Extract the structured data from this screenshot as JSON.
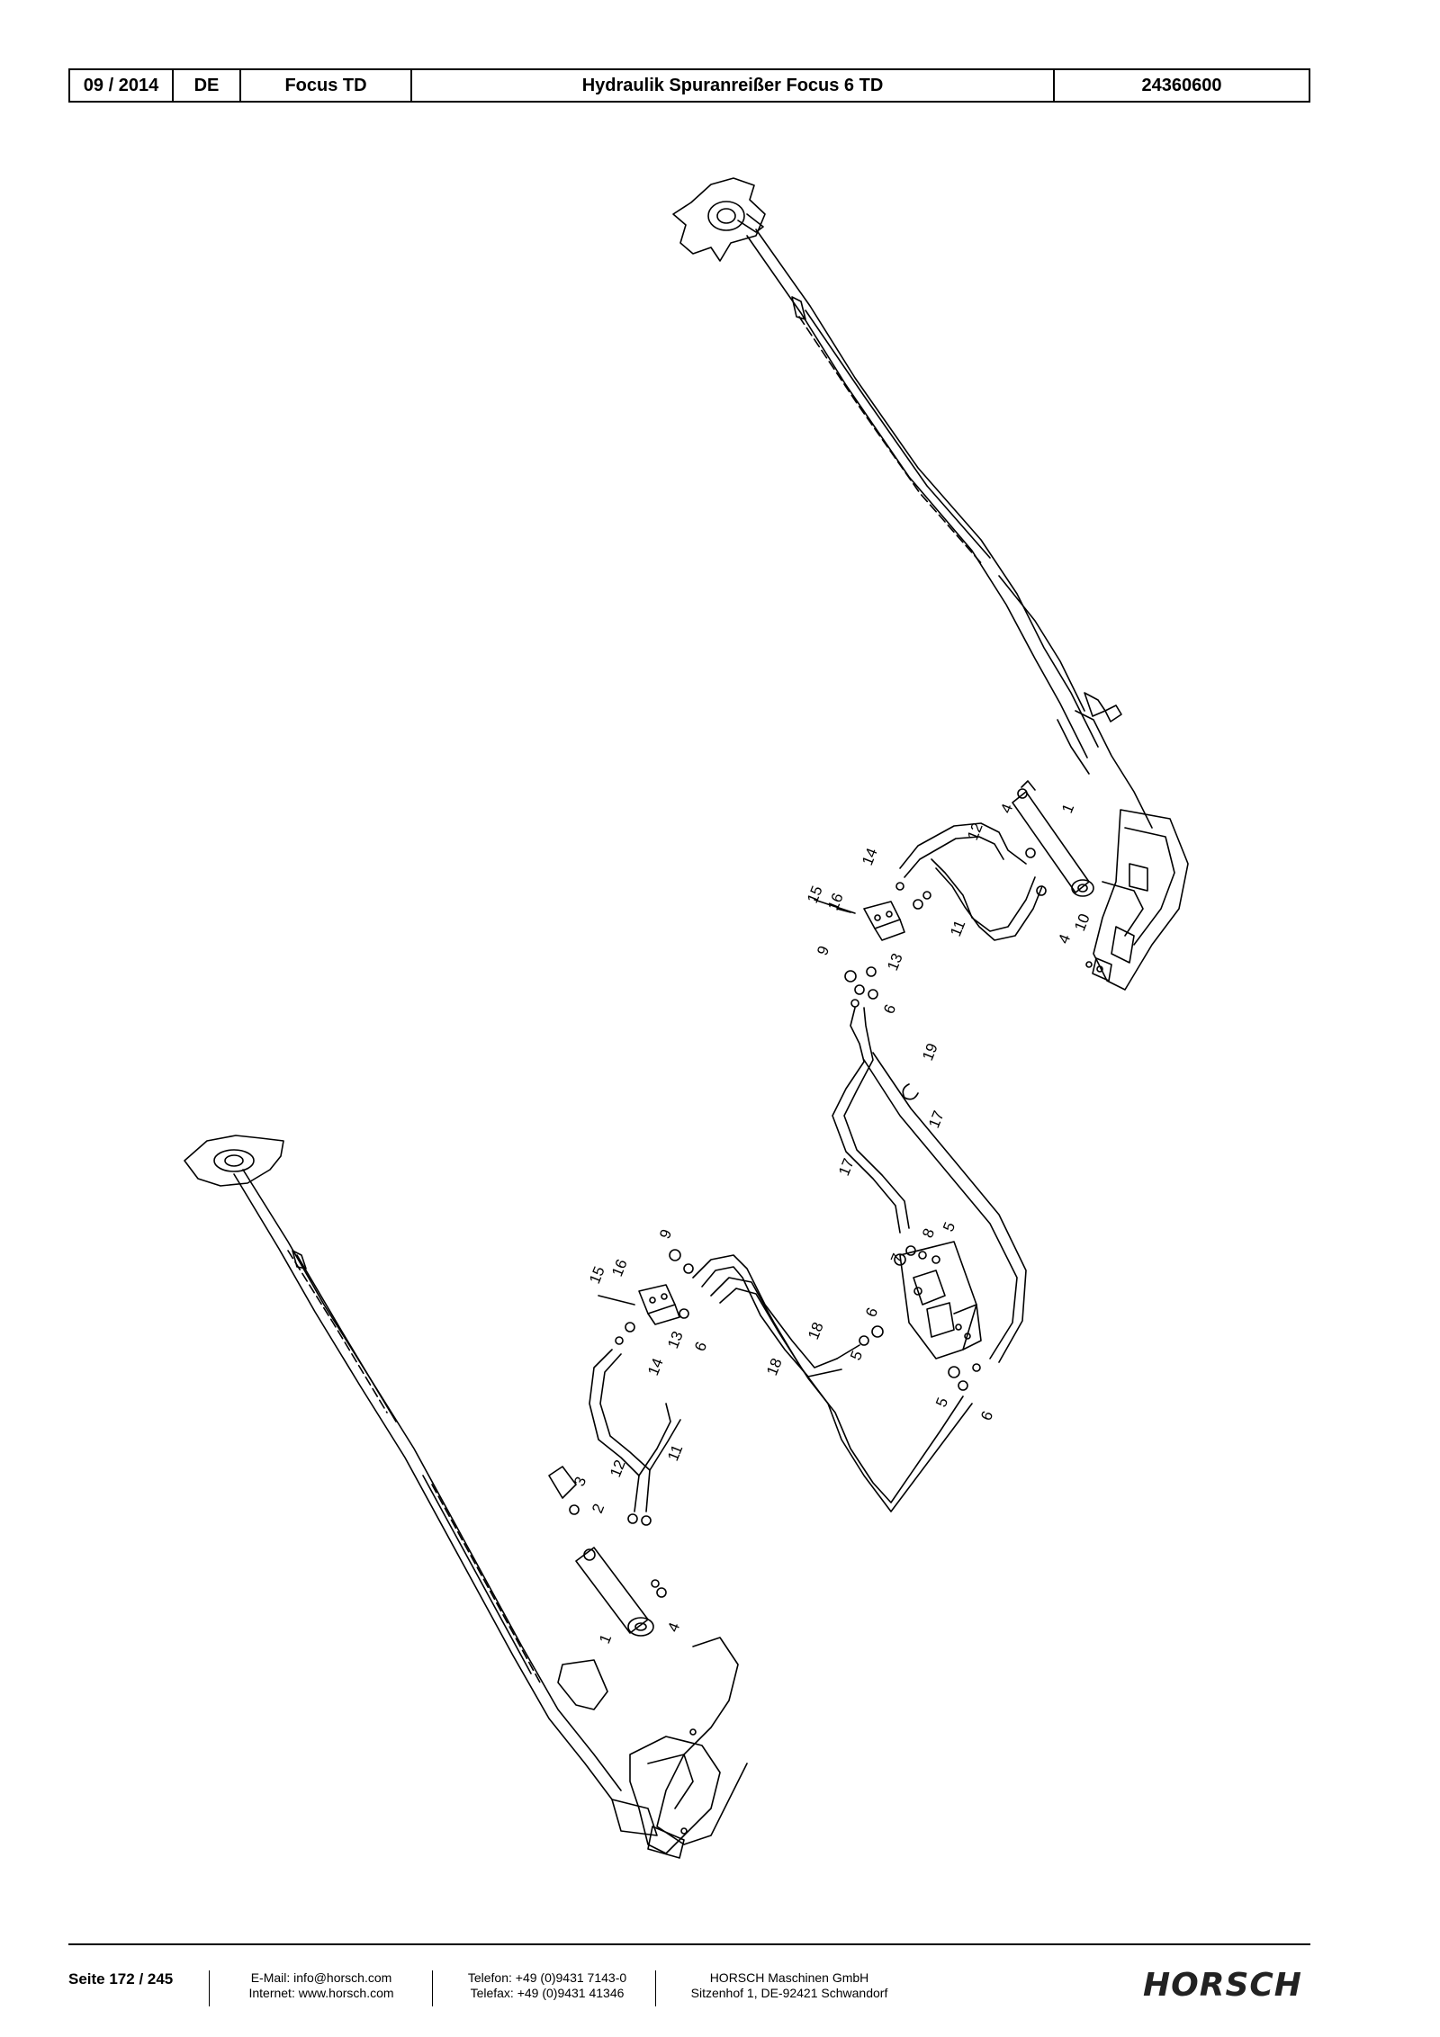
{
  "header": {
    "date": "09 / 2014",
    "lang": "DE",
    "model": "Focus TD",
    "title": "Hydraulik Spuranreißer Focus 6 TD",
    "number": "24360600"
  },
  "part_labels": [
    "1",
    "2",
    "3",
    "4",
    "5",
    "6",
    "7",
    "8",
    "9",
    "10",
    "11",
    "12",
    "13",
    "14",
    "15",
    "16",
    "17",
    "18",
    "19"
  ],
  "footer": {
    "page": "Seite 172 / 245",
    "email": "E-Mail: info@horsch.com",
    "internet": "Internet: www.horsch.com",
    "phone": "Telefon: +49 (0)9431 7143-0",
    "fax": "Telefax: +49 (0)9431 41346",
    "company": "HORSCH Maschinen GmbH",
    "address": "Sitzenhof 1, DE-92421 Schwandorf",
    "logo": "HORSCH"
  }
}
